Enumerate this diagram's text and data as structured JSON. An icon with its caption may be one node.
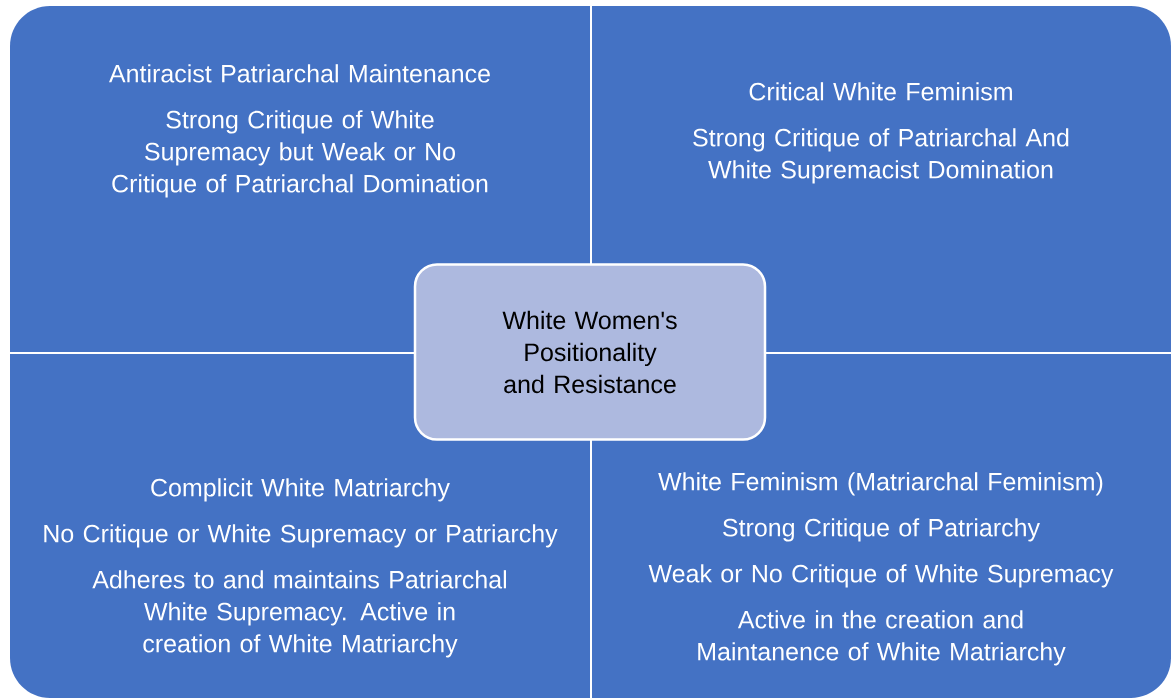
{
  "diagram": {
    "nodes": [
      {
        "text": [
          "Antiracist Patriarchal Maintenance",
          "Strong Critique of White Supremacy but Weak or No Critique of Patriarchal Domination"
        ]
      },
      {
        "text": [
          "Critical White Feminism",
          "Strong Critique of Patriarchal And White Supremacist Domination"
        ]
      },
      {
        "text": [
          "White Women's Positionality and Resistance"
        ]
      },
      {
        "text": [
          "Complicit White Matriarchy",
          "No Critique or White Supremacy or Patriarchy",
          "Adheres to and maintains Patriarchal White Supremacy. Active in creation of White Matriarchy"
        ]
      },
      {
        "text": [
          "White Feminism (Matriarchal Feminism)",
          "Strong Critique of Patriarchy",
          "Weak or No Critique of White Supremacy",
          "Active in the creation and Maintanence of White Matriarchy"
        ]
      }
    ]
  }
}
